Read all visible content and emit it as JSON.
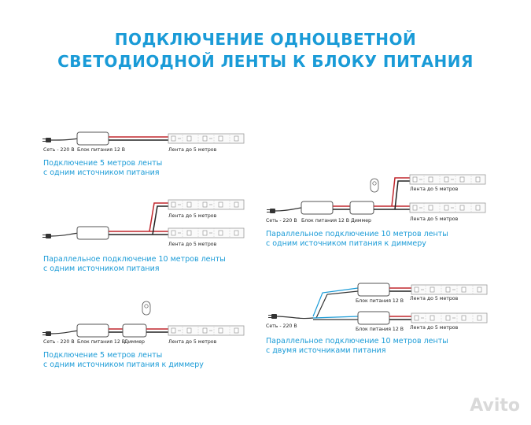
{
  "title": {
    "line1": "ПОДКЛЮЧЕНИЕ ОДНОЦВЕТНОЙ",
    "line2": "СВЕТОДИОДНОЙ ЛЕНТЫ К БЛОКУ ПИТАНИЯ"
  },
  "labels": {
    "network": "Сеть - 220 В",
    "psu": "Блок питания 12 В",
    "strip": "Лента до 5 метров",
    "dimmer": "Диммер"
  },
  "captions": {
    "d1": {
      "line1": "Подключение 5 метров ленты",
      "line2": "с одним источником питания"
    },
    "d2": {
      "line1": "Параллельное подключение 10 метров ленты",
      "line2": "с одним источником питания"
    },
    "d3": {
      "line1": "Подключение 5 метров ленты",
      "line2": "с одним источником питания к диммеру"
    },
    "d4": {
      "line1": "Параллельное подключение 10 метров ленты",
      "line2": "с одним источником питания к диммеру"
    },
    "d5": {
      "line1": "Параллельное подключение 10 метров ленты",
      "line2": "с двумя источниками питания"
    }
  },
  "watermark": "Avito",
  "colors": {
    "title": "#1a9bd7",
    "caption": "#1a9bd7",
    "wire_red": "#c0272d",
    "wire_dark": "#222222",
    "wire_blue": "#1a9bd7"
  }
}
